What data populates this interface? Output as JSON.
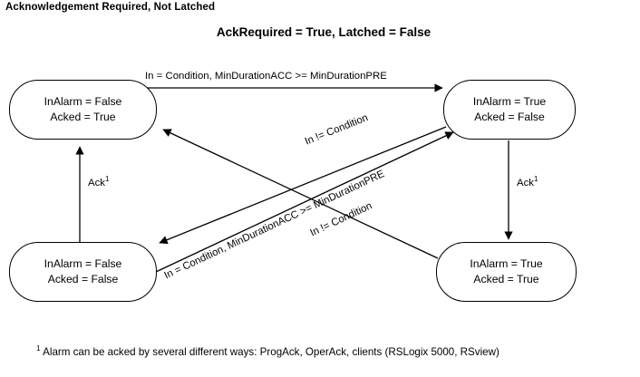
{
  "header": {
    "title": "Acknowledgement Required, Not Latched"
  },
  "chart": {
    "title": "AckRequired = True, Latched = False"
  },
  "states": [
    {
      "id": "no-alarm-acked",
      "line1": "InAlarm = False",
      "line2": "Acked = True"
    },
    {
      "id": "alarm-unacked",
      "line1": "InAlarm = True",
      "line2": "Acked = False"
    },
    {
      "id": "no-alarm-unacked",
      "line1": "InAlarm = False",
      "line2": "Acked = False"
    },
    {
      "id": "alarm-acked",
      "line1": "InAlarm = True",
      "line2": "Acked = True"
    }
  ],
  "transitions": [
    {
      "id": "top-in-condition",
      "label": "In = Condition, MinDurationACC >= MinDurationPRE",
      "from": "no-alarm-acked",
      "to": "alarm-unacked"
    },
    {
      "id": "left-ack",
      "label": "Ack",
      "superscript": "1",
      "from": "no-alarm-unacked",
      "to": "no-alarm-acked"
    },
    {
      "id": "right-ack",
      "label": "Ack",
      "superscript": "1",
      "from": "alarm-unacked",
      "to": "alarm-acked"
    },
    {
      "id": "upper-diagonal-not-condition",
      "label": "In != Condition",
      "from": "alarm-unacked",
      "to": "no-alarm-unacked"
    },
    {
      "id": "diagonal-in-condition",
      "label": "In = Condition, MinDurationACC >= MinDurationPRE",
      "from": "no-alarm-unacked",
      "to": "alarm-unacked"
    },
    {
      "id": "lower-diagonal-not-condition",
      "label": "In != Condition",
      "from": "alarm-acked",
      "to": "no-alarm-acked"
    }
  ],
  "footnote": {
    "marker": "1",
    "text": " Alarm can be acked by several different ways: ProgAck, OperAck, clients (RSLogix 5000, RSview)"
  },
  "colors": {
    "stroke": "#000000",
    "fill": "#ffffff",
    "shadow": "#9a9a9a",
    "text": "#000000"
  }
}
